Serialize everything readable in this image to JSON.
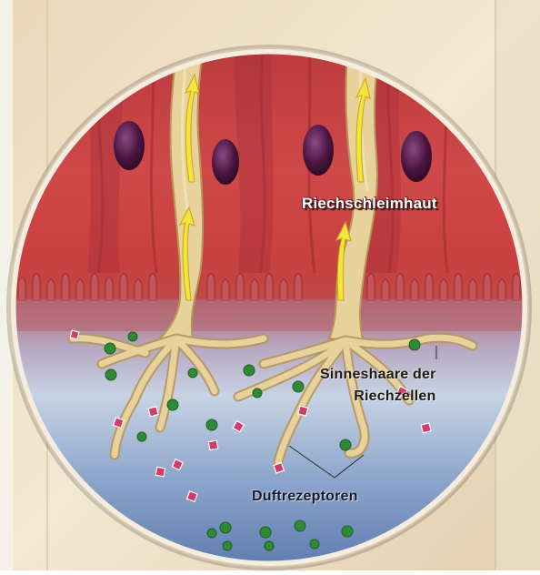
{
  "labels": {
    "mucosa": "Riechschleimhaut",
    "sensory_hairs_line1": "Sinneshaare der",
    "sensory_hairs_line2": "Riechzellen",
    "receptors": "Duftrezeptoren"
  },
  "colors": {
    "paper_background": "#efe2c4",
    "circle_border": "#f4ede0",
    "tissue_red": "#c9413f",
    "tissue_dark": "#8e1f26",
    "nucleus": "#4a1640",
    "nerve_cell": "#e6d29a",
    "nerve_outline": "#b8955a",
    "signal_arrow": "#f3e63a",
    "mucus_top": "#a8b8d0",
    "mucus_bottom": "#5f7fb2",
    "receptor_green": "#2f8a35",
    "odor_pink": "#d63a6a"
  },
  "icons": [
    "signal-arrow-icon",
    "odor-molecule-icon",
    "receptor-icon"
  ]
}
